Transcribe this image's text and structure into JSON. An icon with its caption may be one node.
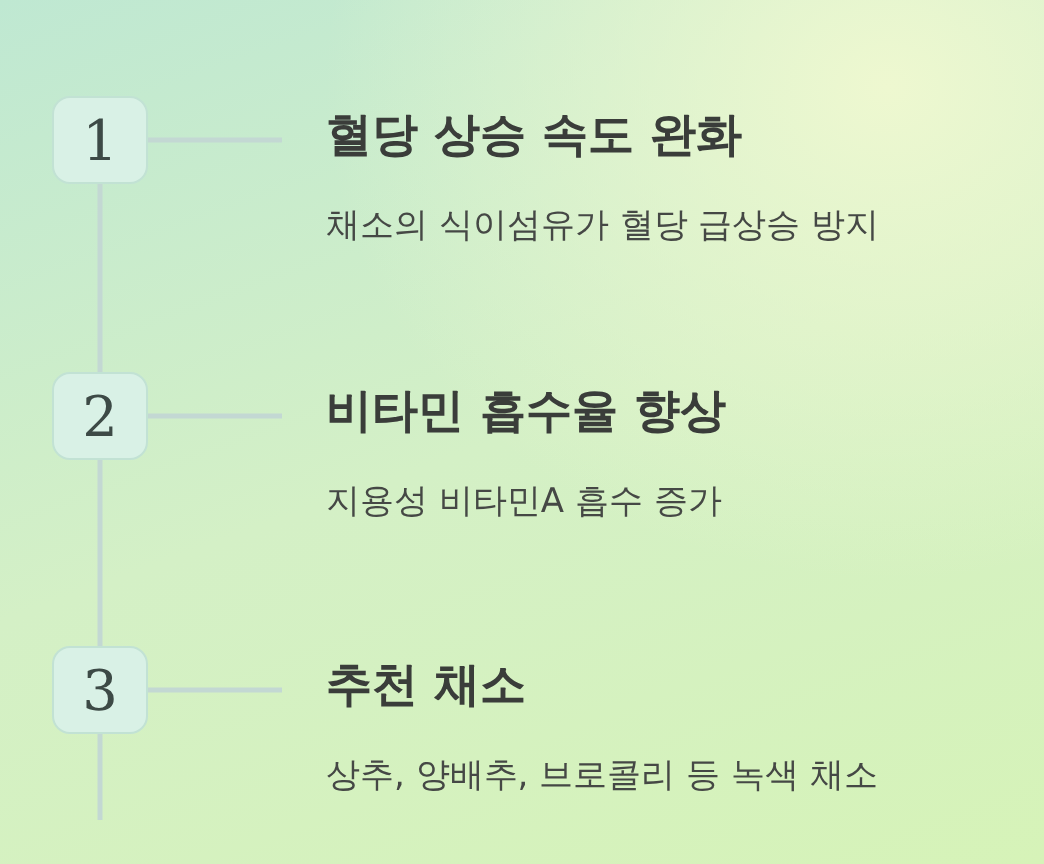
{
  "diagram": {
    "nodes": [
      {
        "text": [
          "1"
        ]
      },
      {
        "text": [
          "혈당 상승 속도 완화",
          "채소의 식이섬유가 혈당 급상승 방지"
        ]
      },
      {
        "text": [
          "2"
        ]
      },
      {
        "text": [
          "비타민 흡수율 향상",
          "지용성 비타민A 흡수 증가"
        ]
      },
      {
        "text": [
          "3"
        ]
      },
      {
        "text": [
          "추천 채소",
          "상추, 양배추, 브로콜리 등 녹색 채소"
        ]
      }
    ],
    "edges": [
      {
        "from": 0,
        "to": 1,
        "arrow": "none"
      },
      {
        "from": 0,
        "to": 2,
        "arrow": "none"
      },
      {
        "from": 2,
        "to": 3,
        "arrow": "none"
      },
      {
        "from": 2,
        "to": 4,
        "arrow": "none"
      },
      {
        "from": 4,
        "to": 5,
        "arrow": "none"
      },
      {
        "from": 4,
        "to": null,
        "arrow": "none"
      }
    ]
  }
}
